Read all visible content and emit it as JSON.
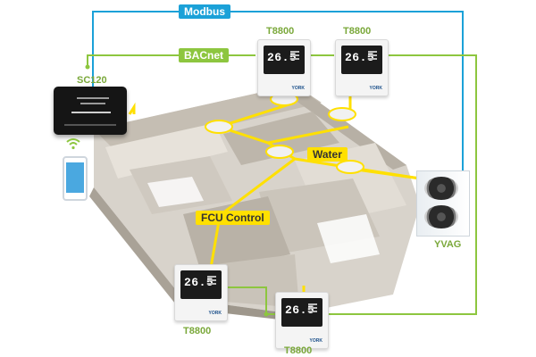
{
  "labels": {
    "modbus": "Modbus",
    "bacnet": "BACnet",
    "water": "Water",
    "fcu_control": "FCU Control",
    "sc120": "SC120",
    "yvag": "YVAG",
    "t8800_top_left": "T8800",
    "t8800_top_right": "T8800",
    "t8800_bottom_left": "T8800",
    "t8800_bottom_right": "T8800"
  },
  "thermostat_display": "26.5",
  "thermostat_logo": "YORK",
  "colors": {
    "modbus_line": "#1ba1d8",
    "bacnet_line": "#8dc63f",
    "water_line": "#ffe000",
    "label_green": "#7aa83a"
  },
  "icons": [
    "thermostat-icon",
    "touch-panel-icon",
    "smartphone-icon",
    "wifi-icon",
    "outdoor-unit-icon",
    "fan-coil-unit-icon"
  ]
}
